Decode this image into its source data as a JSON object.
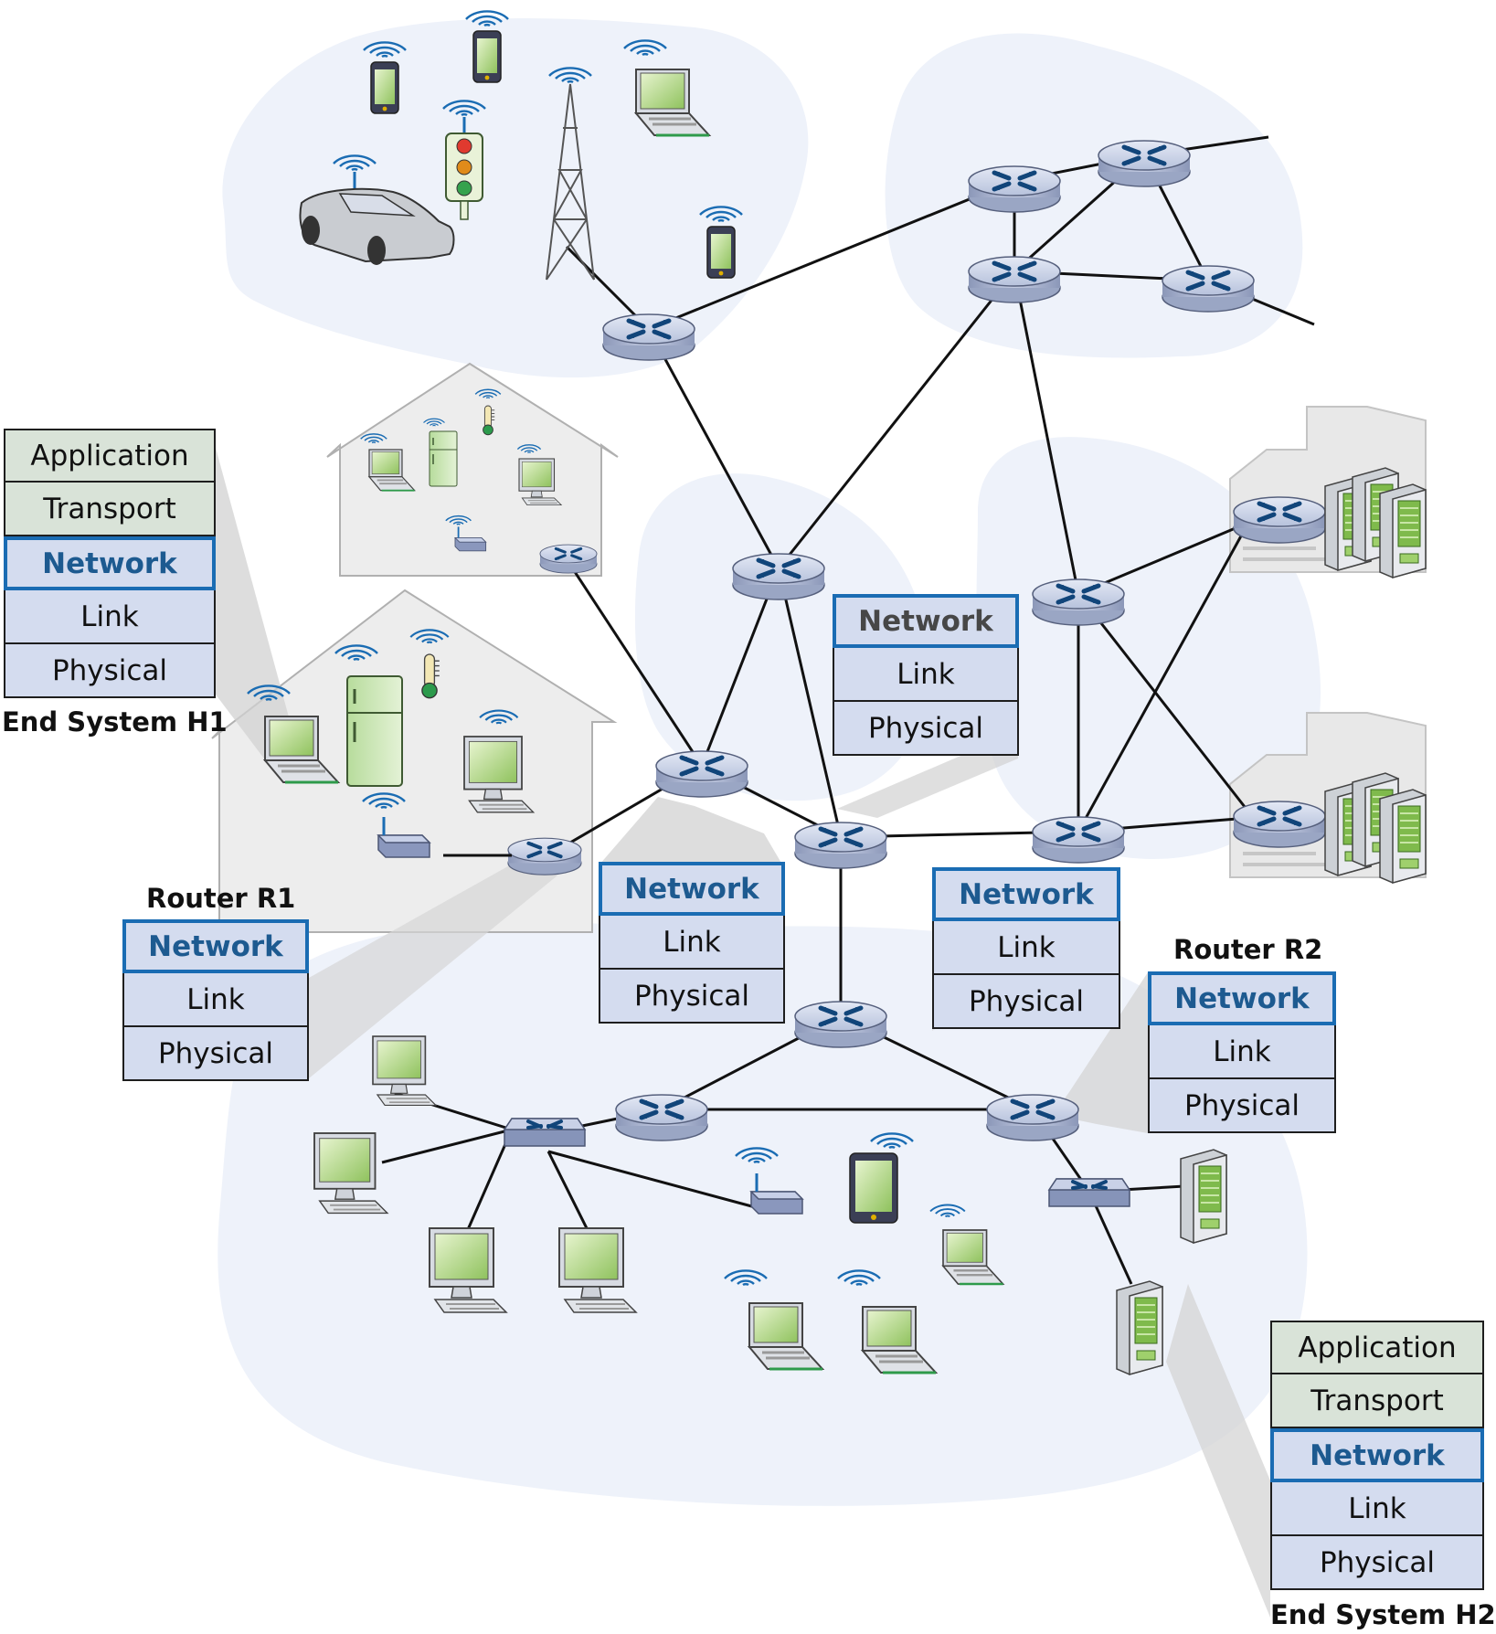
{
  "end_system_h1": {
    "label": "End System H1",
    "layers": [
      "Application",
      "Transport",
      "Network",
      "Link",
      "Physical"
    ]
  },
  "router_r1": {
    "label": "Router R1",
    "layers": [
      "Network",
      "Link",
      "Physical"
    ]
  },
  "router_r2": {
    "label": "Router R2",
    "layers": [
      "Network",
      "Link",
      "Physical"
    ]
  },
  "end_system_h2": {
    "label": "End System H2",
    "layers": [
      "Application",
      "Transport",
      "Network",
      "Link",
      "Physical"
    ]
  },
  "path_router_a": {
    "layers": [
      "Network",
      "Link",
      "Physical"
    ]
  },
  "path_router_b": {
    "layers": [
      "Network",
      "Link",
      "Physical"
    ]
  },
  "path_router_c": {
    "layers": [
      "Network",
      "Link",
      "Physical"
    ]
  },
  "icons": [
    "router-icon",
    "switch-icon",
    "laptop-icon",
    "desktop-icon",
    "server-icon",
    "smartphone-icon",
    "tablet-icon",
    "cell-tower-icon",
    "car-icon",
    "traffic-light-icon",
    "refrigerator-icon",
    "thermometer-icon",
    "wireless-access-point-icon",
    "house-icon",
    "data-center-icon"
  ],
  "colors": {
    "network_border": "#1a6cb3",
    "network_text": "#1d5a90",
    "layer_fill": "#d4dcef",
    "app_fill": "#d9e3d8",
    "cloud": "#eef2fa"
  }
}
